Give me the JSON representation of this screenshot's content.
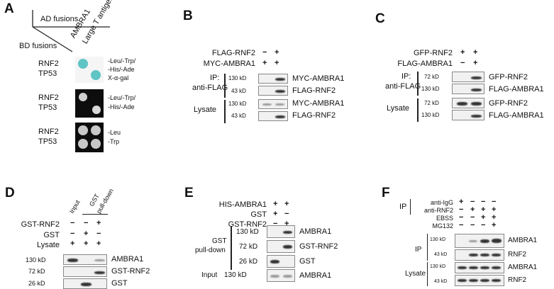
{
  "panels": {
    "a": {
      "letter": "A",
      "ad_label": "AD fusions",
      "bd_label": "BD fusions",
      "columns": [
        "AMBRA1",
        "Large T antigen"
      ],
      "rows": [
        {
          "baits": [
            "RNF2",
            "TP53"
          ],
          "media": [
            "-Leu/-Trp/",
            "-His/-Ade",
            "X-α-gal"
          ]
        },
        {
          "baits": [
            "RNF2",
            "TP53"
          ],
          "media": [
            "-Leu/-Trp/",
            "-His/-Ade"
          ]
        },
        {
          "baits": [
            "RNF2",
            "TP53"
          ],
          "media": [
            "-Leu",
            "-Trp"
          ]
        }
      ],
      "colors": {
        "xgal_blue": "#5fc4c4",
        "plate_black": "#0d0d0d",
        "colony_white": "#d8d8d8"
      }
    },
    "b": {
      "letter": "B",
      "cond_labels": [
        "FLAG-RNF2",
        "MYC-AMBRA1"
      ],
      "cond_signs": [
        [
          "−",
          "+"
        ],
        [
          "+",
          "+"
        ]
      ],
      "ip_label": "IP:",
      "ip_antibody": "anti-FLAG",
      "lysate_label": "Lysate",
      "markers": [
        "130 kD",
        "43 kD",
        "130 kD",
        "43 kD"
      ],
      "blots": [
        "MYC-AMBRA1",
        "FLAG-RNF2",
        "MYC-AMBRA1",
        "FLAG-RNF2"
      ]
    },
    "c": {
      "letter": "C",
      "cond_labels": [
        "GFP-RNF2",
        "FLAG-AMBRA1"
      ],
      "cond_signs": [
        [
          "+",
          "+"
        ],
        [
          "−",
          "+"
        ]
      ],
      "ip_label": "IP:",
      "ip_antibody": "anti-FLAG",
      "lysate_label": "Lysate",
      "markers": [
        "72 kD",
        "130 kD",
        "72 kD",
        "130 kD"
      ],
      "blots": [
        "GFP-RNF2",
        "FLAG-AMBRA1",
        "GFP-RNF2",
        "FLAG-AMBRA1"
      ]
    },
    "d": {
      "letter": "D",
      "top_labels": [
        "Input",
        "GST",
        "pull-down"
      ],
      "cond_labels": [
        "GST-RNF2",
        "GST",
        "Lysate"
      ],
      "cond_signs": [
        [
          "−",
          "−",
          "+"
        ],
        [
          "−",
          "+",
          "−"
        ],
        [
          "+",
          "+",
          "+"
        ]
      ],
      "markers": [
        "130 kD",
        "72 kD",
        "26 kD"
      ],
      "blots": [
        "AMBRA1",
        "GST-RNF2",
        "GST"
      ]
    },
    "e": {
      "letter": "E",
      "cond_labels": [
        "HIS-AMBRA1",
        "GST",
        "GST-RNF2"
      ],
      "cond_signs": [
        [
          "+",
          "+"
        ],
        [
          "+",
          "−"
        ],
        [
          "−",
          "+"
        ]
      ],
      "pulldown_label": [
        "GST",
        "pull-down"
      ],
      "input_label": "Input",
      "markers": [
        "130 kD",
        "72 kD",
        "26 kD",
        "130 kD"
      ],
      "blots": [
        "AMBRA1",
        "GST-RNF2",
        "GST",
        "AMBRA1"
      ]
    },
    "f": {
      "letter": "F",
      "ip_head": "IP",
      "cond_labels": [
        "anti-IgG",
        "anti-RNF2",
        "EBSS",
        "MG132"
      ],
      "cond_signs": [
        [
          "+",
          "−",
          "−",
          "−"
        ],
        [
          "−",
          "+",
          "+",
          "+"
        ],
        [
          "−",
          "−",
          "+",
          "+"
        ],
        [
          "−",
          "−",
          "−",
          "+"
        ]
      ],
      "ip_label": "IP",
      "lysate_label": "Lysate",
      "markers": [
        "130 kD",
        "43 kD",
        "130 kD",
        "43 kD"
      ],
      "blots": [
        "AMBRA1",
        "RNF2",
        "AMBRA1",
        "RNF2"
      ]
    }
  }
}
